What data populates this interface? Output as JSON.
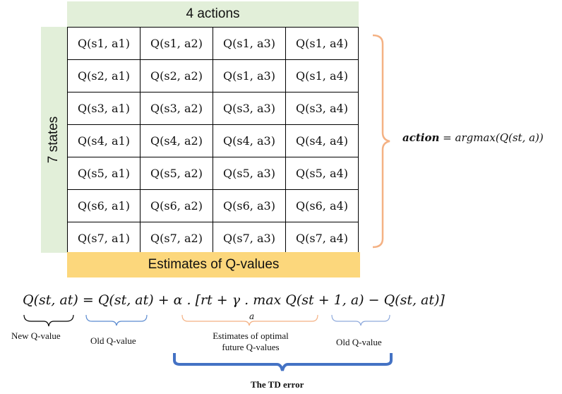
{
  "header": {
    "actions_label": "4 actions"
  },
  "side": {
    "states_label": "7 states"
  },
  "footer": {
    "estimates_label": "Estimates of Q-values"
  },
  "table": {
    "rows": [
      [
        "Q(s1, a1)",
        "Q(s1, a2)",
        "Q(s1, a3)",
        "Q(s1, a4)"
      ],
      [
        "Q(s2, a1)",
        "Q(s2, a2)",
        "Q(s1, a3)",
        "Q(s1, a4)"
      ],
      [
        "Q(s3, a1)",
        "Q(s3, a2)",
        "Q(s3, a3)",
        "Q(s3, a4)"
      ],
      [
        "Q(s4, a1)",
        "Q(s4, a2)",
        "Q(s4, a3)",
        "Q(s4, a4)"
      ],
      [
        "Q(s5, a1)",
        "Q(s5, a2)",
        "Q(s5, a3)",
        "Q(s5, a4)"
      ],
      [
        "Q(s6, a1)",
        "Q(s6, a2)",
        "Q(s6, a3)",
        "Q(s6, a4)"
      ],
      [
        "Q(s7, a1)",
        "Q(s7, a2)",
        "Q(s7, a3)",
        "Q(s7, a4)"
      ]
    ]
  },
  "policy": {
    "action_word": "action",
    "rhs": " = argmax(Q(st, a))"
  },
  "equation": {
    "text": "Q(st, at) = Q(st, at) + α . [rt + γ . max Q(st + 1, a) − Q(st, at)]",
    "max_subscript": "a"
  },
  "captions": {
    "new_q": "New Q-value",
    "old_q_left": "Old Q-value",
    "optimal_future": "Estimates of optimal future Q-values",
    "old_q_right": "Old Q-value",
    "td_error": "The TD error"
  },
  "colors": {
    "green_fill": "#e2efd9",
    "yellow_fill": "#fcd77c",
    "orange_brace": "#f4b183",
    "blue_brace": "#4472c4",
    "light_blue_brace": "#8faadc",
    "light_orange_brace": "#f4b183"
  }
}
